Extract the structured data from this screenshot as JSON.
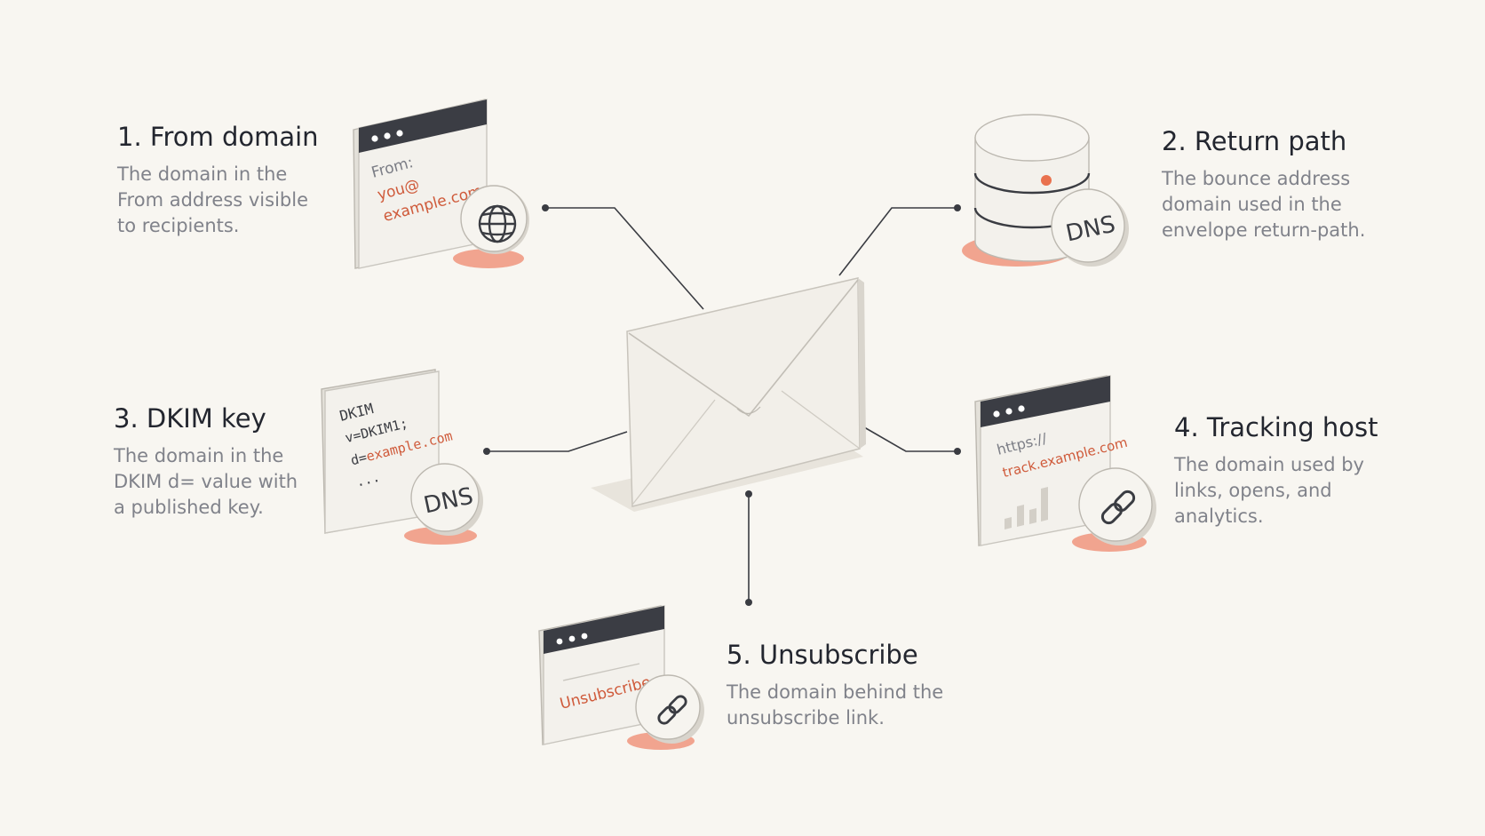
{
  "colors": {
    "background": "#f8f6f1",
    "card": "#f3f1ec",
    "card_edge": "#c9c6bf",
    "titlebar": "#3b3d44",
    "accent": "#cf5a3a",
    "shadow": "#f1a48f",
    "line": "#3a3c42",
    "heading": "#23262f",
    "body_text": "#80828a"
  },
  "items": [
    {
      "title": "1. From domain",
      "desc": [
        "The domain in the",
        "From address visible",
        "to recipients."
      ],
      "card_lines": [
        "From:",
        "you@",
        "example.com"
      ],
      "badge_icon": "globe-icon"
    },
    {
      "title": "2. Return path",
      "desc": [
        "The bounce address",
        "domain used in the",
        "envelope return-path."
      ],
      "badge_text": "DNS",
      "card_icon": "database-icon"
    },
    {
      "title": "3. DKIM key",
      "desc": [
        "The domain in the",
        "DKIM d= value with",
        "a published key."
      ],
      "card_lines": [
        "DKIM",
        "v=DKIM1;",
        "d=example.com",
        "..."
      ],
      "badge_text": "DNS"
    },
    {
      "title": "4. Tracking host",
      "desc": [
        "The domain used by",
        "links, opens, and",
        "analytics."
      ],
      "card_lines": [
        "https://",
        "track.example.com"
      ],
      "badge_icon": "link-icon"
    },
    {
      "title": "5. Unsubscribe",
      "desc": [
        "The domain behind the",
        "unsubscribe link."
      ],
      "card_lines": [
        "Unsubscribe"
      ],
      "badge_icon": "link-icon"
    }
  ]
}
